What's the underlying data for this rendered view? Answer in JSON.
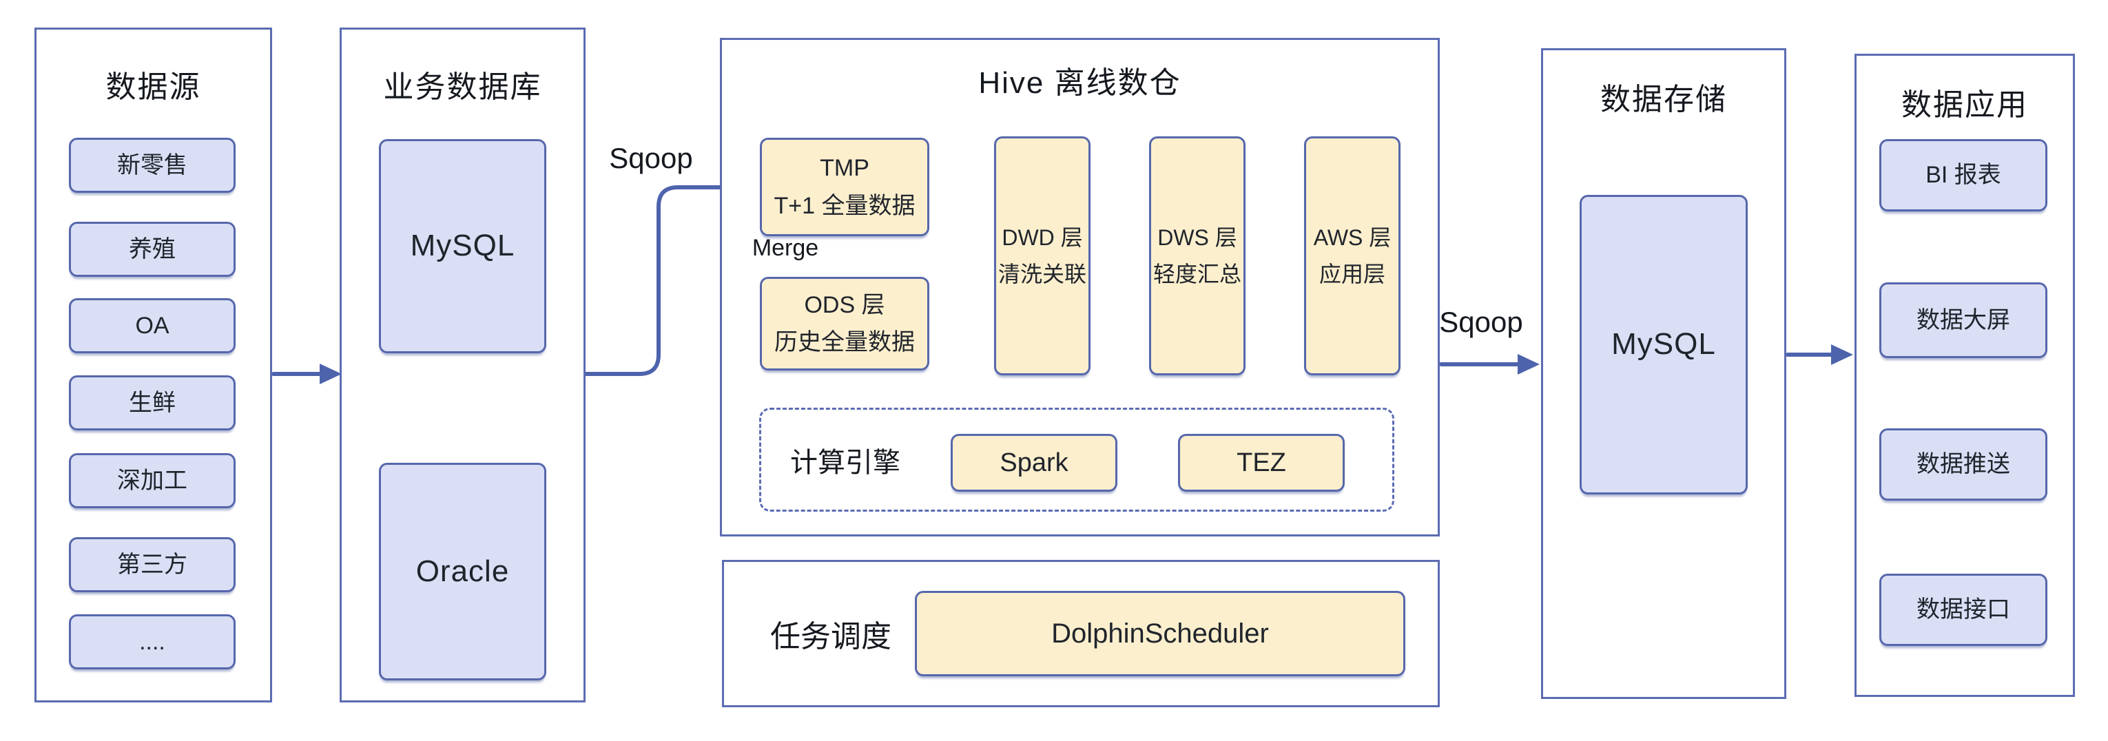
{
  "palette": {
    "panel_border": "#5b6cb2",
    "chip_border": "#5667ac",
    "lavender_fill": "#dadff5",
    "yellow_fill": "#fcefcd",
    "wire_color": "#4d63ac",
    "text_color": "#20242c"
  },
  "data_sources": {
    "title": "数据源",
    "items": [
      "新零售",
      "养殖",
      "OA",
      "生鲜",
      "深加工",
      "第三方",
      "...."
    ]
  },
  "business_db": {
    "title": "业务数据库",
    "items": [
      "MySQL",
      "Oracle"
    ]
  },
  "hive": {
    "title": "Hive 离线数仓",
    "tmp": {
      "line1": "TMP",
      "line2": "T+1 全量数据"
    },
    "ods": {
      "line1": "ODS 层",
      "line2": "历史全量数据"
    },
    "dwd": {
      "line1": "DWD 层",
      "line2": "清洗关联"
    },
    "dws": {
      "line1": "DWS 层",
      "line2": "轻度汇总"
    },
    "aws": {
      "line1": "AWS 层",
      "line2": "应用层"
    },
    "engine": {
      "label": "计算引擎",
      "items": [
        "Spark",
        "TEZ"
      ]
    }
  },
  "scheduler": {
    "label": "任务调度",
    "item": "DolphinScheduler"
  },
  "storage": {
    "title": "数据存储",
    "item": "MySQL"
  },
  "apps": {
    "title": "数据应用",
    "items": [
      "BI 报表",
      "数据大屏",
      "数据推送",
      "数据接口"
    ]
  },
  "connectors": {
    "sqoop_in": "Sqoop",
    "sqoop_out": "Sqoop",
    "merge": "Merge"
  }
}
